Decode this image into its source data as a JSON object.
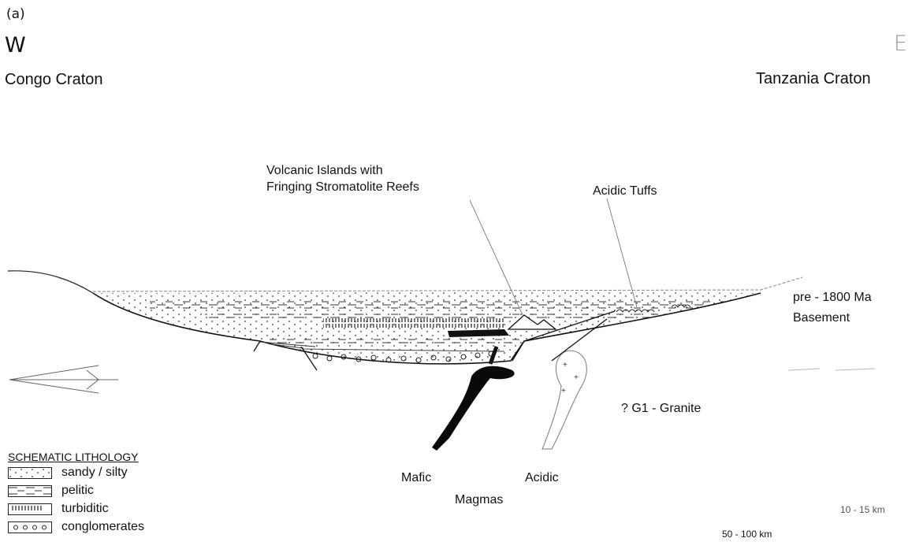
{
  "panel_label": "(a)",
  "direction": {
    "west": "W",
    "east": "E"
  },
  "cratons": {
    "west": "Congo Craton",
    "east": "Tanzania Craton"
  },
  "labels": {
    "volcanic_line1": "Volcanic Islands with",
    "volcanic_line2": "Fringing Stromatolite Reefs",
    "acidic_tuffs": "Acidic Tuffs",
    "basement_line1": "pre - 1800 Ma",
    "basement_line2": "Basement",
    "granite": "? G1 - Granite",
    "mafic": "Mafic",
    "acidic": "Acidic",
    "magmas": "Magmas"
  },
  "scales": {
    "vertical": "10 - 15 km",
    "horizontal": "50 - 100 km"
  },
  "legend": {
    "title": "SCHEMATIC LITHOLOGY",
    "items": [
      {
        "label": "sandy / silty",
        "pattern": "dots"
      },
      {
        "label": "pelitic",
        "pattern": "dashes"
      },
      {
        "label": "turbiditic",
        "pattern": "ticks"
      },
      {
        "label": "conglomerates",
        "pattern": "circles"
      }
    ]
  }
}
